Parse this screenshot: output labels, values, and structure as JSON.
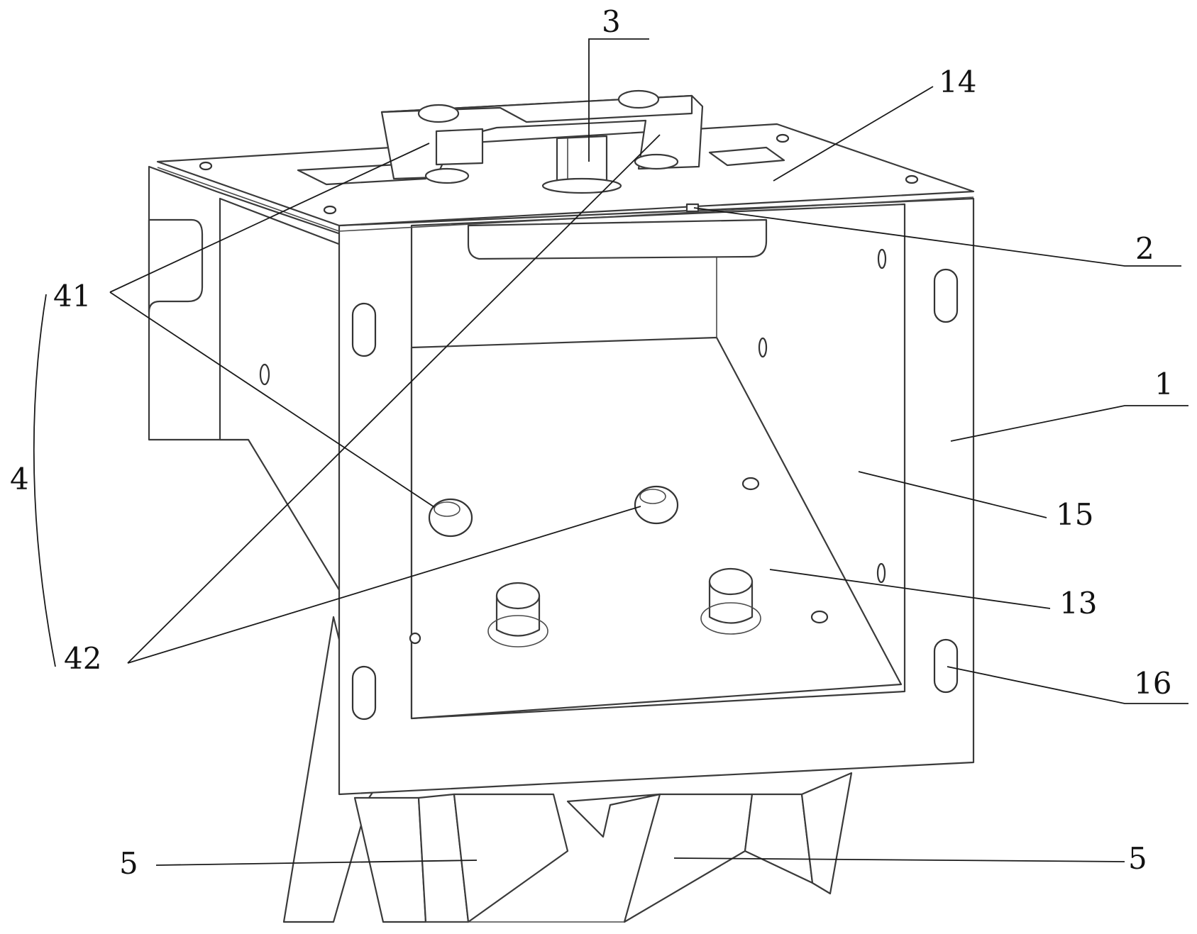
{
  "labels": {
    "l1": "1",
    "l2": "2",
    "l3": "3",
    "l4": "4",
    "l5a": "5",
    "l5b": "5",
    "l13": "13",
    "l14": "14",
    "l15": "15",
    "l16": "16",
    "l41": "41",
    "l42": "42"
  }
}
